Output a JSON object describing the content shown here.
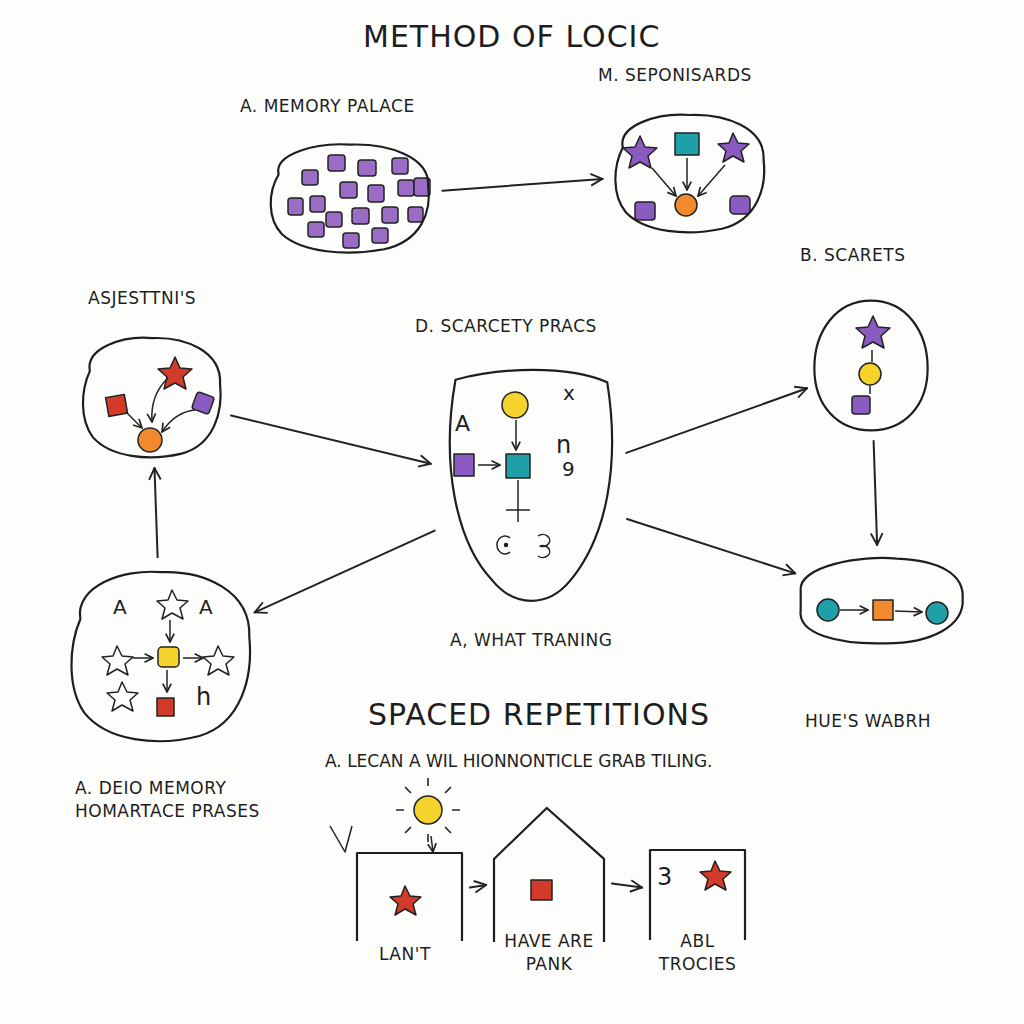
{
  "diagram": {
    "title": "METHOD OF LOCIC",
    "nodes": [
      {
        "text": [
          "A. MEMORY PALACE"
        ]
      },
      {
        "text": [
          "M. SEPONISARDS"
        ]
      },
      {
        "text": [
          "B. SCARETS"
        ]
      },
      {
        "text": [
          "ASJESTTNI'S"
        ]
      },
      {
        "text": [
          "D. SCARCETY PRACS",
          "A, WHAT TRANING"
        ]
      },
      {
        "text": [
          "A. DEIO MEMORY HOMARTACE PRASES"
        ]
      },
      {
        "text": [
          "HUE'S WABRH"
        ]
      },
      {
        "text": [
          "LAN'T"
        ]
      },
      {
        "text": [
          "HAVE ARE PANK"
        ]
      },
      {
        "text": [
          "ABL TROCIES"
        ]
      }
    ],
    "edges": [
      {
        "from": 0,
        "to": 1,
        "arrow": "to"
      },
      {
        "from": 5,
        "to": 3,
        "arrow": "to"
      },
      {
        "from": 3,
        "to": 4,
        "arrow": "to"
      },
      {
        "from": 4,
        "to": 5,
        "arrow": "to"
      },
      {
        "from": 4,
        "to": 2,
        "arrow": "to"
      },
      {
        "from": 4,
        "to": 6,
        "arrow": "to"
      },
      {
        "from": 2,
        "to": 6,
        "arrow": "to"
      },
      {
        "from": 7,
        "to": 8,
        "arrow": "to"
      },
      {
        "from": 8,
        "to": 9,
        "arrow": "to"
      }
    ],
    "labels": [
      "SPACED REPETITIONS",
      "A. LECAN A WIL HIONNONTICLE GRAB TILING.",
      "A",
      "x",
      "n",
      "9",
      "A",
      "A",
      "h",
      "3"
    ]
  }
}
